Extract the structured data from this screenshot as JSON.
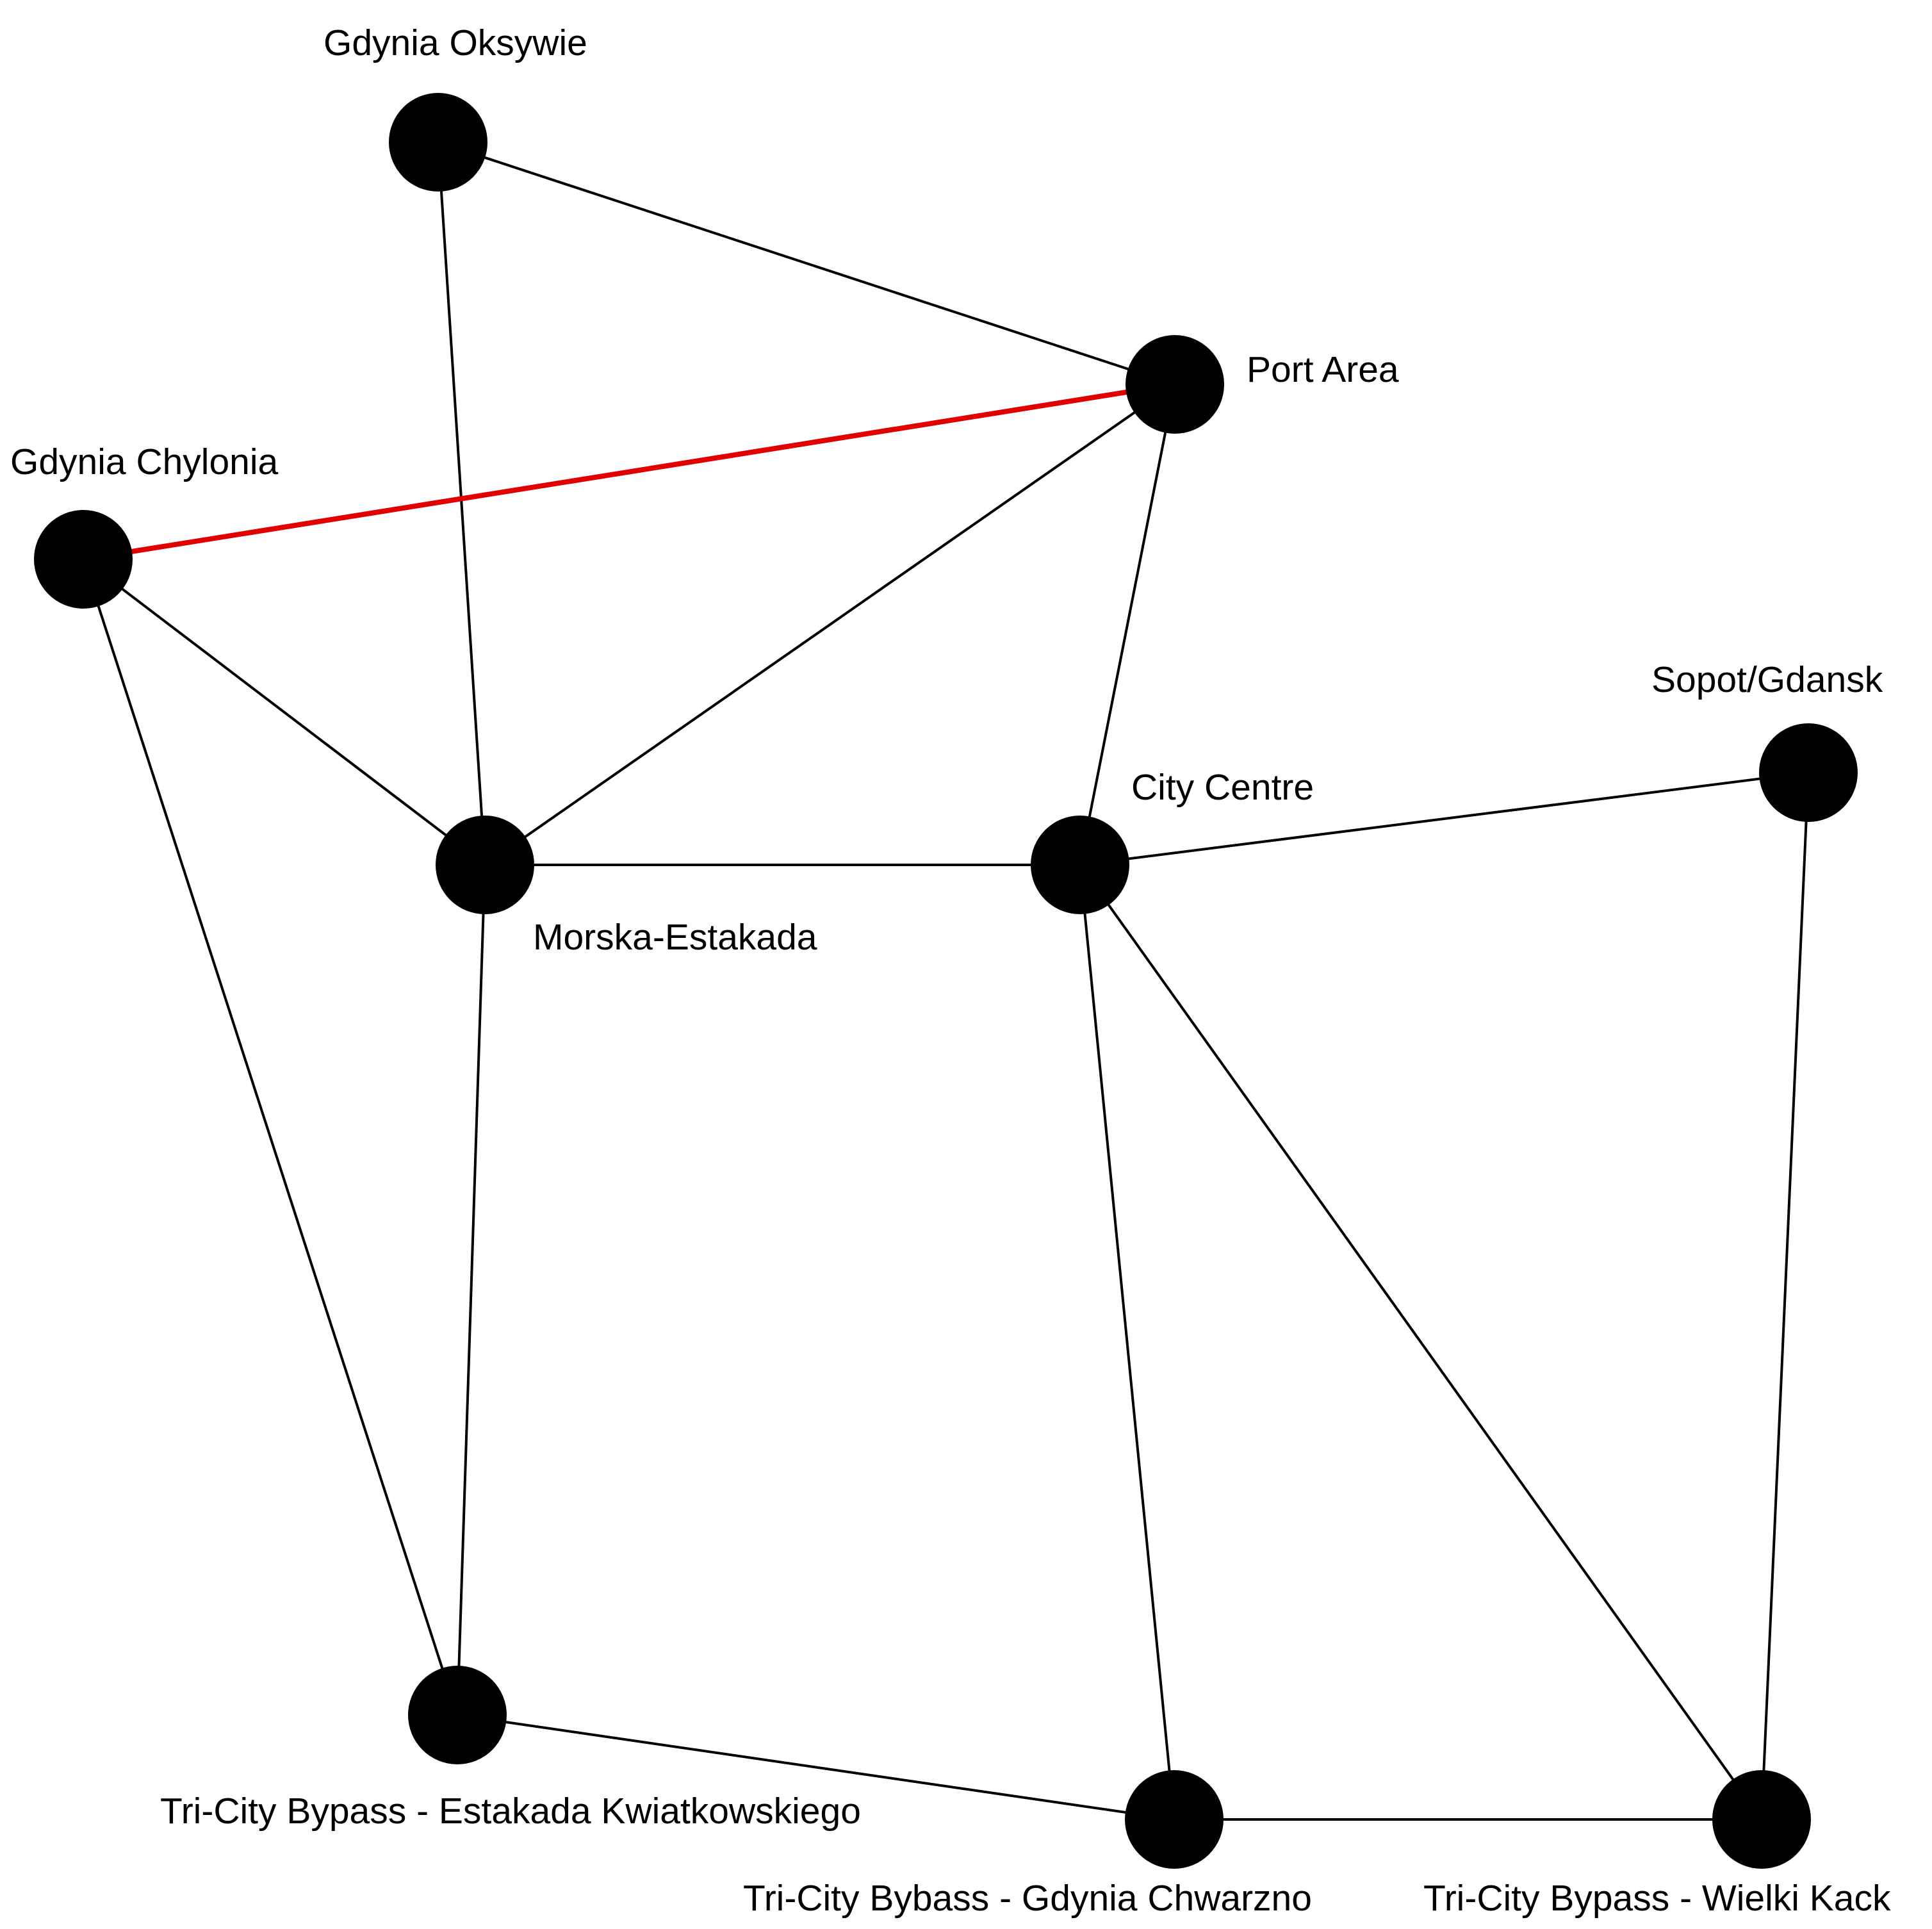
{
  "colors": {
    "node_fill": "#000000",
    "edge": "#000000",
    "highlight_edge": "#e00000",
    "background": "#ffffff"
  },
  "nodes": [
    {
      "id": "oksywie",
      "label": "Gdynia Oksywie"
    },
    {
      "id": "port",
      "label": "Port Area"
    },
    {
      "id": "chylonia",
      "label": "Gdynia Chylonia"
    },
    {
      "id": "sopot",
      "label": "Sopot/Gdansk"
    },
    {
      "id": "centre",
      "label": "City Centre"
    },
    {
      "id": "morska",
      "label": "Morska-Estakada"
    },
    {
      "id": "kwiatkowskiego",
      "label": "Tri-City Bypass - Estakada Kwiatkowskiego"
    },
    {
      "id": "chwarzno",
      "label": "Tri-City Bybass - Gdynia Chwarzno"
    },
    {
      "id": "wielki",
      "label": "Tri-City  Bypass - Wielki Kack"
    }
  ],
  "edges": [
    {
      "from": "oksywie",
      "to": "port",
      "highlight": false
    },
    {
      "from": "oksywie",
      "to": "morska",
      "highlight": false
    },
    {
      "from": "chylonia",
      "to": "port",
      "highlight": true
    },
    {
      "from": "chylonia",
      "to": "morska",
      "highlight": false
    },
    {
      "from": "chylonia",
      "to": "kwiatkowskiego",
      "highlight": false
    },
    {
      "from": "morska",
      "to": "port",
      "highlight": false
    },
    {
      "from": "morska",
      "to": "centre",
      "highlight": false
    },
    {
      "from": "morska",
      "to": "kwiatkowskiego",
      "highlight": false
    },
    {
      "from": "port",
      "to": "centre",
      "highlight": false
    },
    {
      "from": "centre",
      "to": "sopot",
      "highlight": false
    },
    {
      "from": "centre",
      "to": "chwarzno",
      "highlight": false
    },
    {
      "from": "centre",
      "to": "wielki",
      "highlight": false
    },
    {
      "from": "sopot",
      "to": "wielki",
      "highlight": false
    },
    {
      "from": "kwiatkowskiego",
      "to": "chwarzno",
      "highlight": false
    },
    {
      "from": "chwarzno",
      "to": "wielki",
      "highlight": false
    }
  ]
}
